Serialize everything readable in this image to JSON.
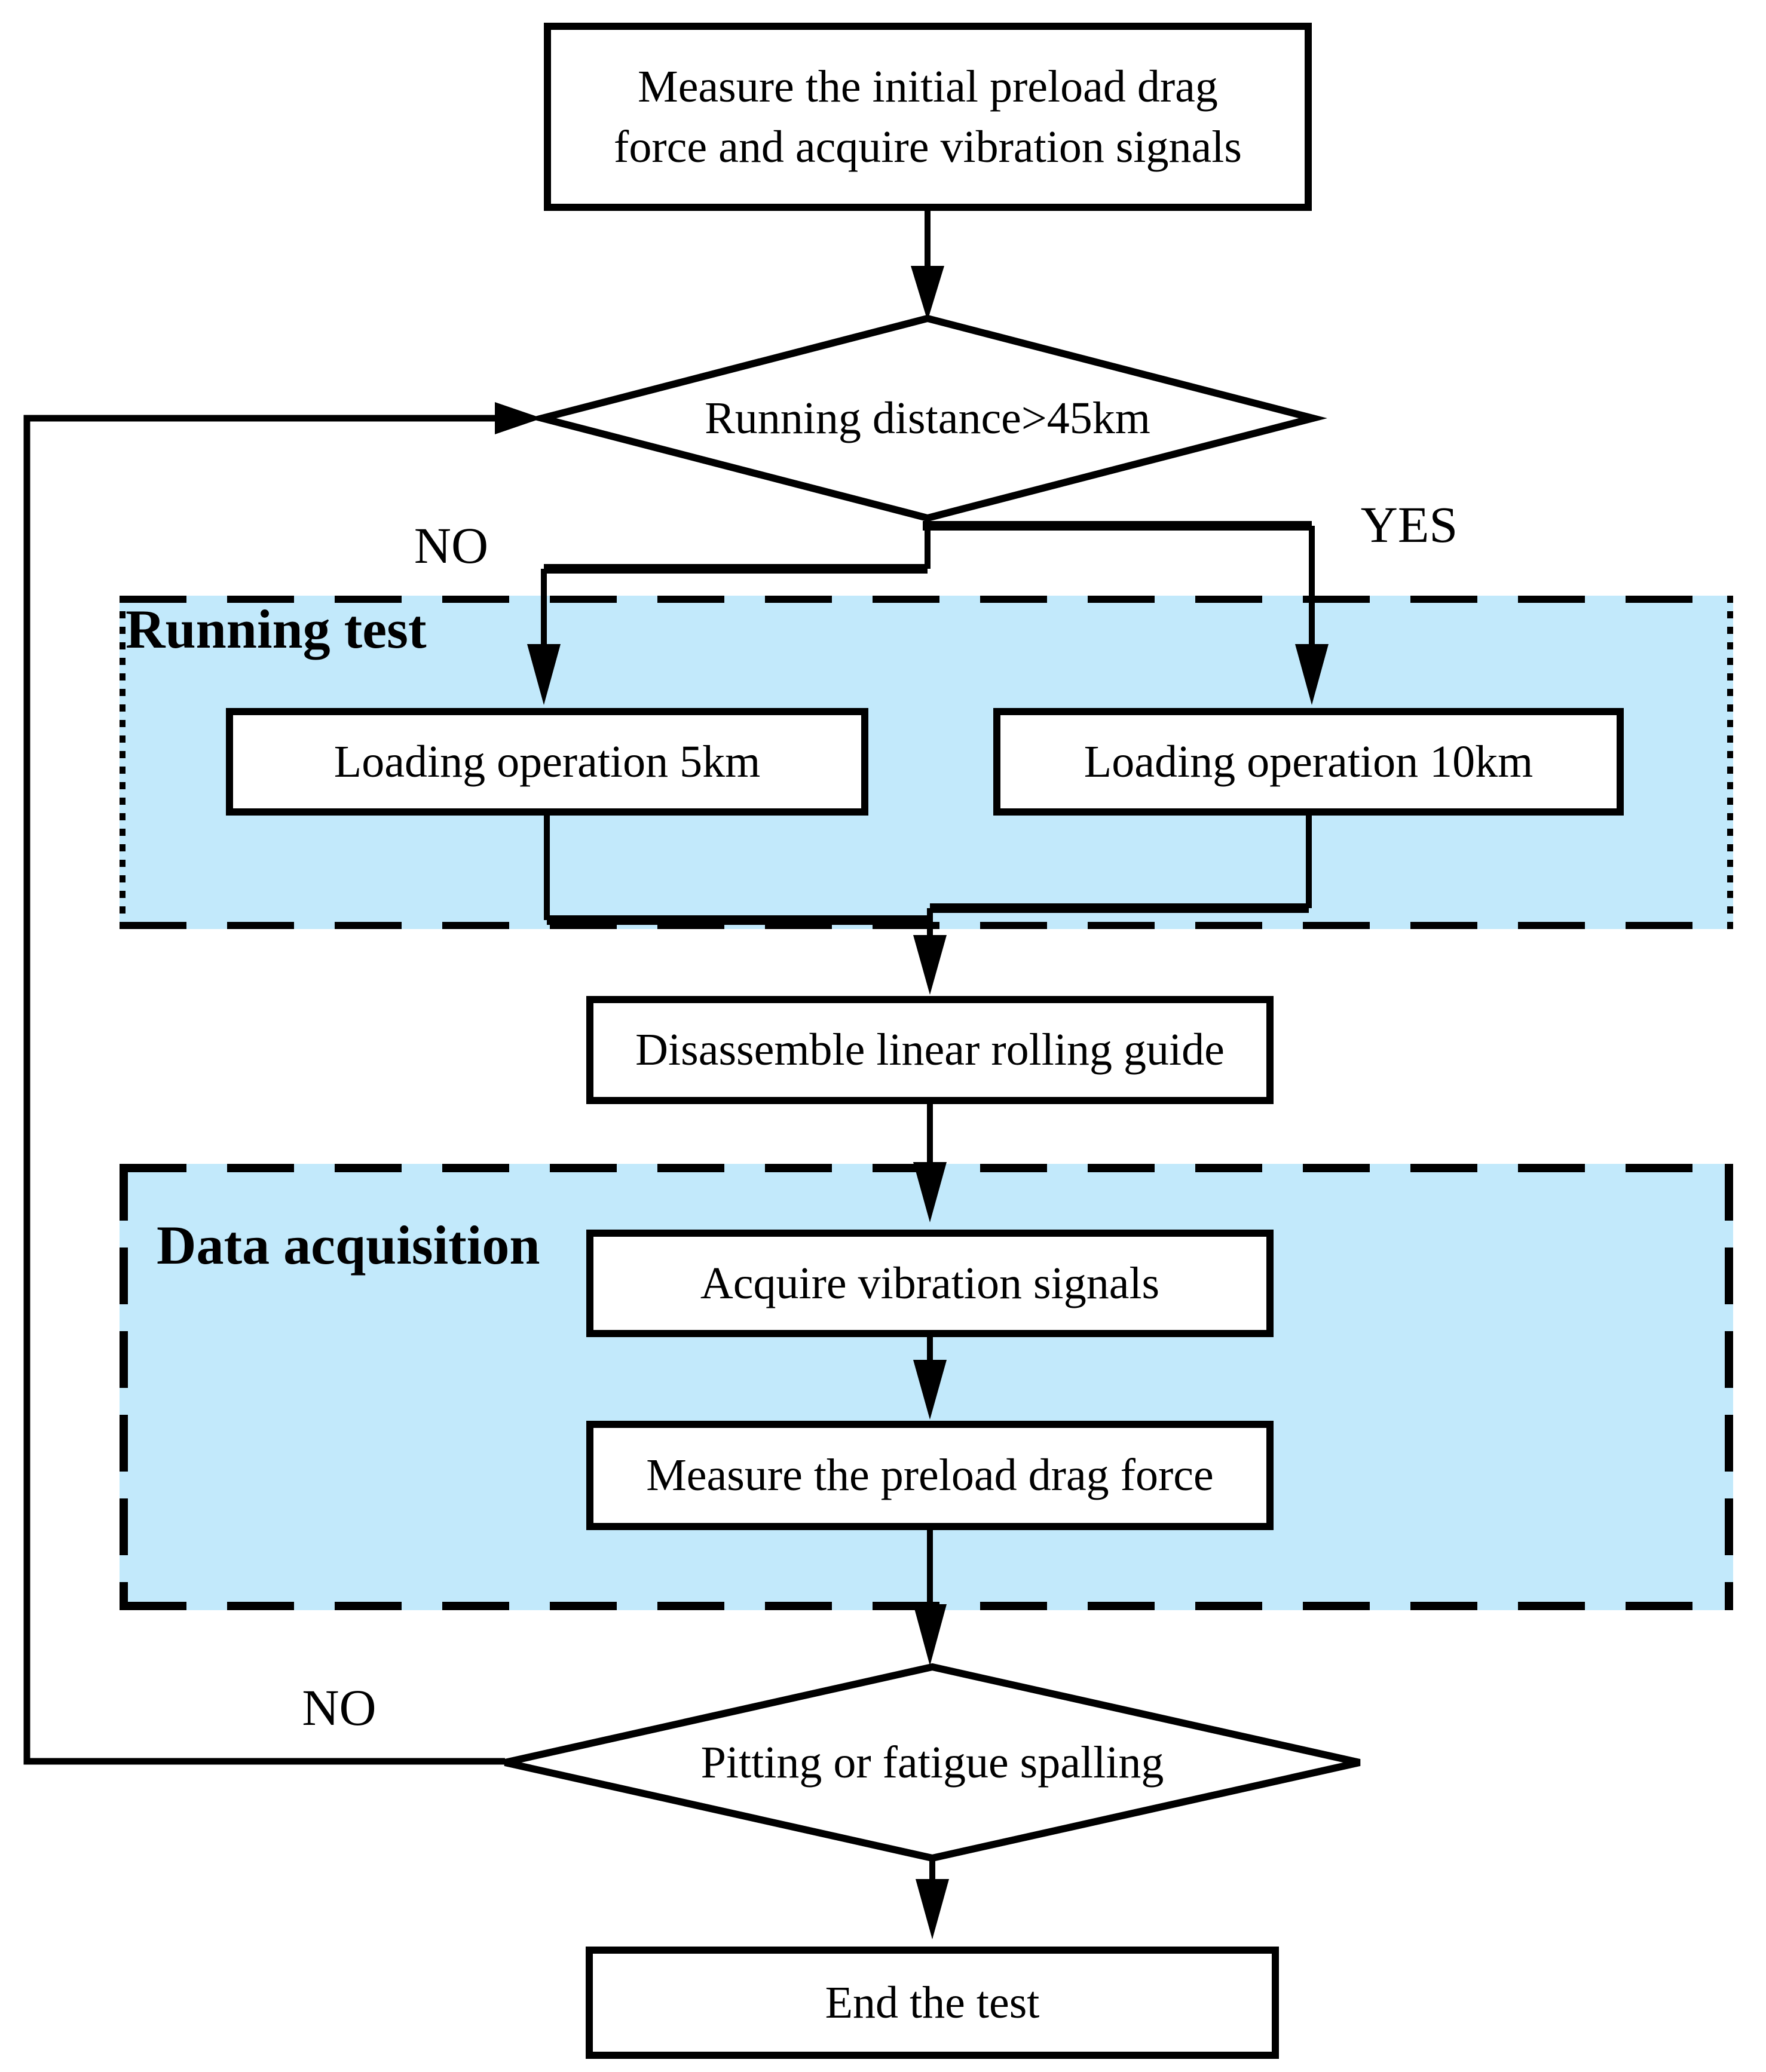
{
  "diagram": {
    "type": "flowchart",
    "colors": {
      "region_fill": "#c2e9fb",
      "line": "#000000",
      "node_fill": "#ffffff",
      "text": "#000000"
    },
    "regions": [
      {
        "id": "running-test",
        "label": "Running test"
      },
      {
        "id": "data-acquisition",
        "label": "Data acquisition"
      }
    ],
    "nodes": {
      "start": {
        "type": "process",
        "lines": [
          "Measure the initial preload drag",
          "force and acquire vibration signals"
        ]
      },
      "decision_distance": {
        "type": "decision",
        "label": "Running distance>45km"
      },
      "load5": {
        "type": "process",
        "label": "Loading operation 5km"
      },
      "load10": {
        "type": "process",
        "label": "Loading operation 10km"
      },
      "disassemble": {
        "type": "process",
        "label": "Disassemble linear rolling guide"
      },
      "acquire": {
        "type": "process",
        "label": "Acquire vibration signals"
      },
      "measure": {
        "type": "process",
        "label": "Measure the preload drag force"
      },
      "decision_damage": {
        "type": "decision",
        "label": "Pitting or fatigue spalling"
      },
      "end": {
        "type": "process",
        "label": "End the test"
      }
    },
    "edge_labels": {
      "distance_no": "NO",
      "distance_yes": "YES",
      "damage_no": "NO"
    },
    "edges": [
      {
        "from": "start",
        "to": "decision_distance"
      },
      {
        "from": "decision_distance",
        "to": "load5",
        "label": "NO"
      },
      {
        "from": "decision_distance",
        "to": "load10",
        "label": "YES"
      },
      {
        "from": "load5",
        "to": "disassemble"
      },
      {
        "from": "load10",
        "to": "disassemble"
      },
      {
        "from": "disassemble",
        "to": "acquire"
      },
      {
        "from": "acquire",
        "to": "measure"
      },
      {
        "from": "measure",
        "to": "decision_damage"
      },
      {
        "from": "decision_damage",
        "to": "decision_distance",
        "label": "NO"
      },
      {
        "from": "decision_damage",
        "to": "end"
      }
    ]
  }
}
